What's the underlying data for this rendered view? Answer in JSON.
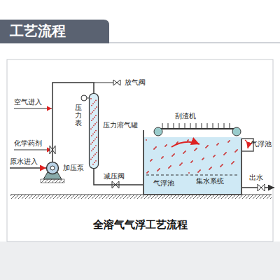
{
  "diagram": {
    "title": "工艺流程",
    "caption": "全溶气气浮工艺流程",
    "nodes": [
      {
        "text": [
          "加压泵"
        ]
      },
      {
        "text": [
          "压力溶气罐"
        ]
      },
      {
        "text": [
          "气浮池"
        ]
      }
    ],
    "edges": [
      {
        "from": 0,
        "to": 1,
        "arrow": "none"
      },
      {
        "from": 1,
        "to": 2,
        "arrow": "none"
      }
    ],
    "labels": [
      "空气进入",
      "压力表",
      "放气阀",
      "刮渣机",
      "化学药剂",
      "原水进入",
      "减压阀",
      "气浮池",
      "集水系统",
      "出水"
    ]
  }
}
